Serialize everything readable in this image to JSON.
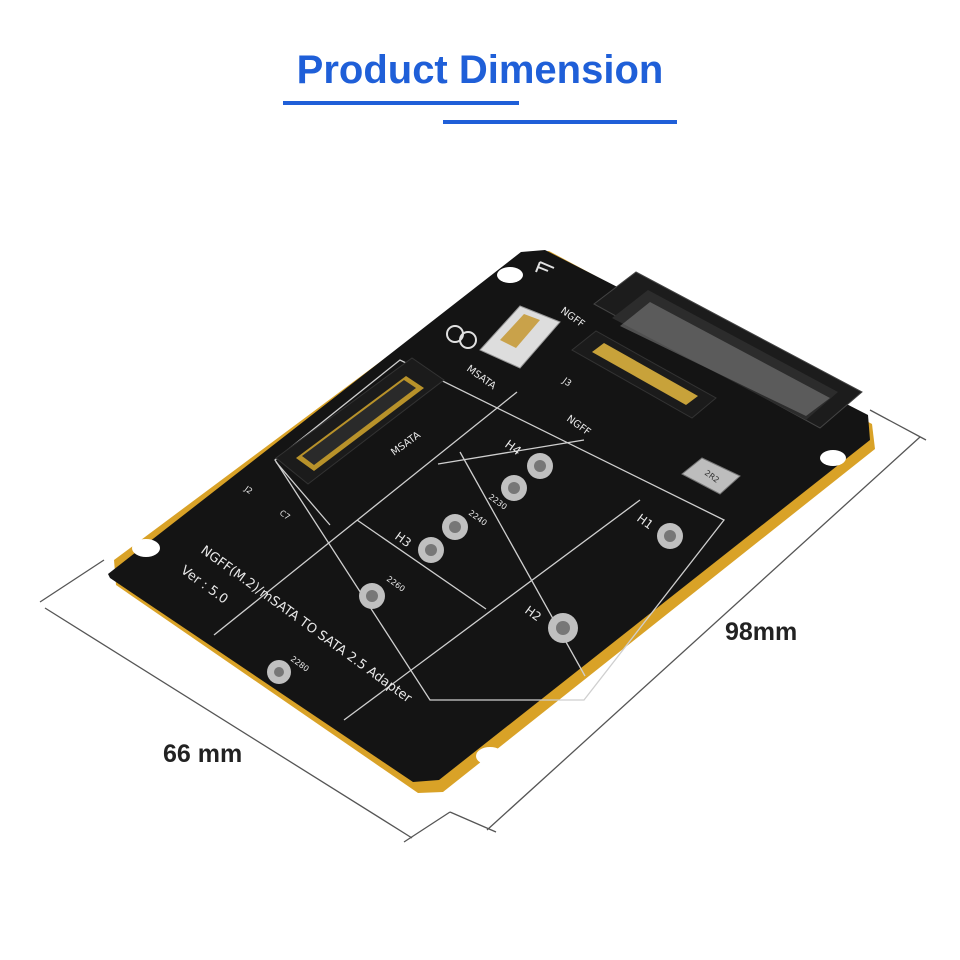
{
  "title": "Product Dimension",
  "dimensions": {
    "width_label": "66 mm",
    "length_label": "98mm"
  },
  "board": {
    "color": "#141414",
    "edge_color": "#d9a227",
    "model_line1": "NGFF(M.2)/mSATA  TO  SATA  2.5  Adapter",
    "model_line2": "Ver : 5.0",
    "labels": {
      "msata": "MSATA",
      "msata_switch": "MSATA",
      "ngff": "NGFF",
      "ngff_switch": "NGFF",
      "j3": "J3",
      "j2": "J2",
      "c7": "C7",
      "h1": "H1",
      "h2": "H2",
      "h3": "H3",
      "h4": "H4",
      "s2230": "2230",
      "s2240": "2240",
      "s2260": "2260",
      "s2280": "2280",
      "chip": "2R2"
    }
  },
  "colors": {
    "accent": "#1f5fd8",
    "dimension_text": "#222222"
  }
}
